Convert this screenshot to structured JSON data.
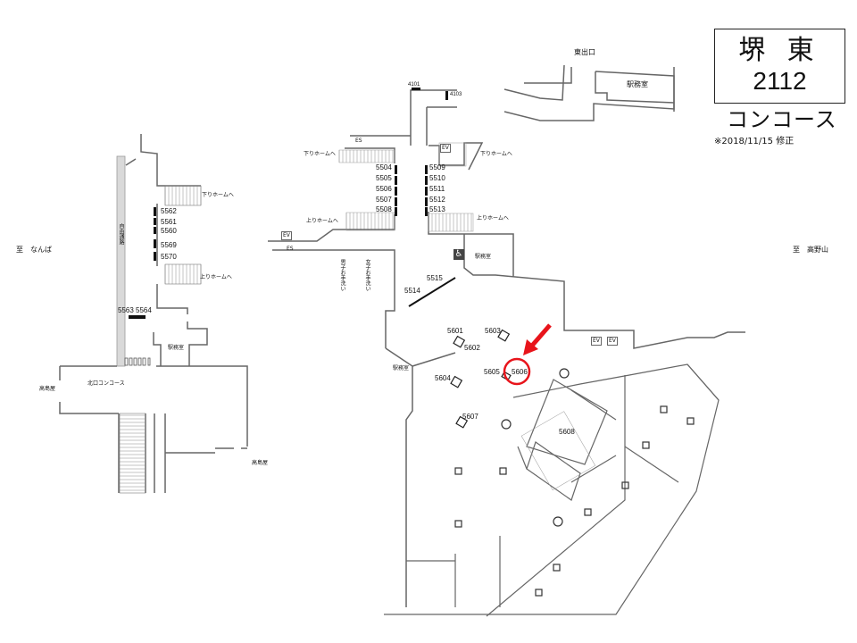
{
  "header": {
    "station_name": "堺 東",
    "station_code": "2112",
    "area_name": "コンコース",
    "revised_note": "※2018/11/15 修正"
  },
  "directions": {
    "to_namba": "至　なんば",
    "to_koyasan": "至　高野山"
  },
  "north_area": {
    "free_passage": "自由通路",
    "concourse": "北口コンコース",
    "takashimaya_left": "高島屋",
    "takashimaya_right": "高島屋",
    "office": "駅務室",
    "to_down_platform": "下りホームへ",
    "to_up_platform": "上りホームへ",
    "ads": [
      "5562",
      "5561",
      "5560",
      "5569",
      "5570"
    ],
    "ad_pair": "5563 5564"
  },
  "main_area": {
    "ads_top": [
      "4101",
      "4103"
    ],
    "ads_left": [
      "5504",
      "5505",
      "5506",
      "5507",
      "5508"
    ],
    "ads_right": [
      "5509",
      "5510",
      "5511",
      "5512",
      "5513"
    ],
    "ads_diag": [
      "5515",
      "5514"
    ],
    "ads_floor": {
      "a": "5601",
      "b": "5602",
      "c": "5603",
      "d": "5604",
      "e": "5605",
      "f": "5606",
      "g": "5607",
      "h": "5608"
    },
    "to_down_platform_left": "下りホームへ",
    "to_down_platform_right": "下りホームへ",
    "to_up_platform_left": "上りホームへ",
    "to_up_platform_right": "上りホームへ",
    "es_top": "ES",
    "es_left": "ES",
    "ev_top": "EV",
    "ev_left": "EV",
    "ev_right_1": "EV",
    "ev_right_2": "EV",
    "mens_toilet": "男子お手洗い",
    "womens_toilet": "女子お手洗い",
    "office_1": "駅務室",
    "office_2": "駅務室",
    "east_exit": "東出口",
    "east_office": "駅務室"
  },
  "colors": {
    "highlight": "#e8141b",
    "wall": "#555555",
    "passage": "#d9d9d9"
  }
}
